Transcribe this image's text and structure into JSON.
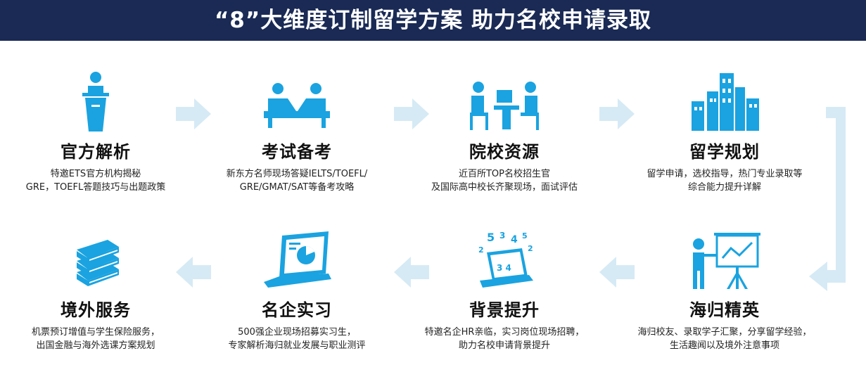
{
  "banner": {
    "title": "“8”大维度订制留学方案  助力名校申请录取"
  },
  "steps": [
    {
      "icon": "podium-speaker-icon",
      "title": "官方解析",
      "desc": [
        "特邀ETS官方机构揭秘",
        "GRE，TOEFL答题技巧与出题政策"
      ]
    },
    {
      "icon": "desk-discussion-icon",
      "title": "考试备考",
      "desc": [
        "新东方名师现场答疑IELTS/TOEFL/",
        "GRE/GMAT/SAT等备考攻略"
      ]
    },
    {
      "icon": "interview-laptop-icon",
      "title": "院校资源",
      "desc": [
        "近百所TOP名校招生官",
        "及国际高中校长齐聚现场，面试评估"
      ]
    },
    {
      "icon": "city-skyline-icon",
      "title": "留学规划",
      "desc": [
        "留学申请，选校指导，热门专业录取等",
        "综合能力提升详解"
      ]
    },
    {
      "icon": "presenter-chart-icon",
      "title": "海归精英",
      "desc": [
        "海归校友、录取学子汇聚，分享留学经验，",
        "生活趣闻以及境外注意事项"
      ]
    },
    {
      "icon": "laptop-numbers-icon",
      "title": "背景提升",
      "desc": [
        "特邀名企HR亲临，实习岗位现场招聘，",
        "助力名校申请背景提升"
      ]
    },
    {
      "icon": "laptop-piechart-icon",
      "title": "名企实习",
      "desc": [
        "500强企业现场招募实习生，",
        "专家解析海归就业发展与职业测评"
      ]
    },
    {
      "icon": "book-stack-icon",
      "title": "境外服务",
      "desc": [
        "机票预订增值与学生保险服务，",
        "出国金融与海外选课方案规划"
      ]
    }
  ],
  "colors": {
    "banner": "#1a2a55",
    "icon": "#1aa3e0",
    "arrow": "#d6eaf5"
  }
}
